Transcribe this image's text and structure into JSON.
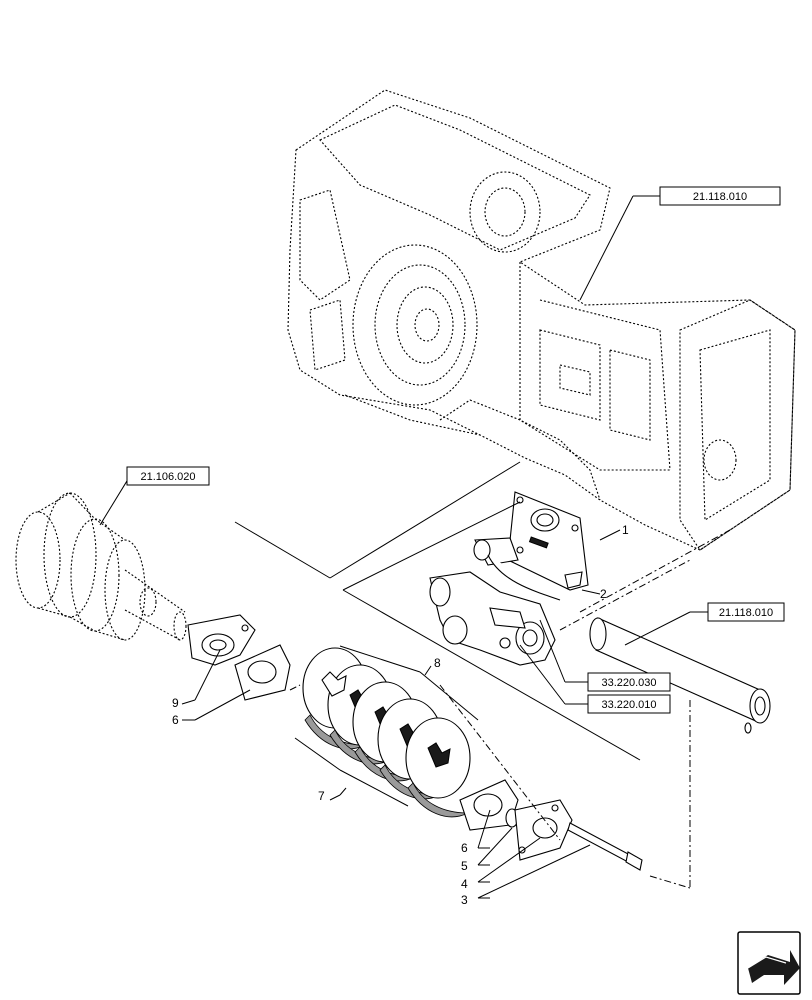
{
  "references": {
    "housing_top": "21.118.010",
    "gear_cluster": "21.106.020",
    "shaft": "21.118.010",
    "valve_a": "33.220.030",
    "valve_b": "33.220.010"
  },
  "callouts": {
    "c1": "1",
    "c2": "2",
    "c3": "3",
    "c4": "4",
    "c5": "5",
    "c6a": "6",
    "c6b": "6",
    "c7": "7",
    "c8": "8",
    "c9": "9"
  },
  "nav_icon": "arrow-icon"
}
